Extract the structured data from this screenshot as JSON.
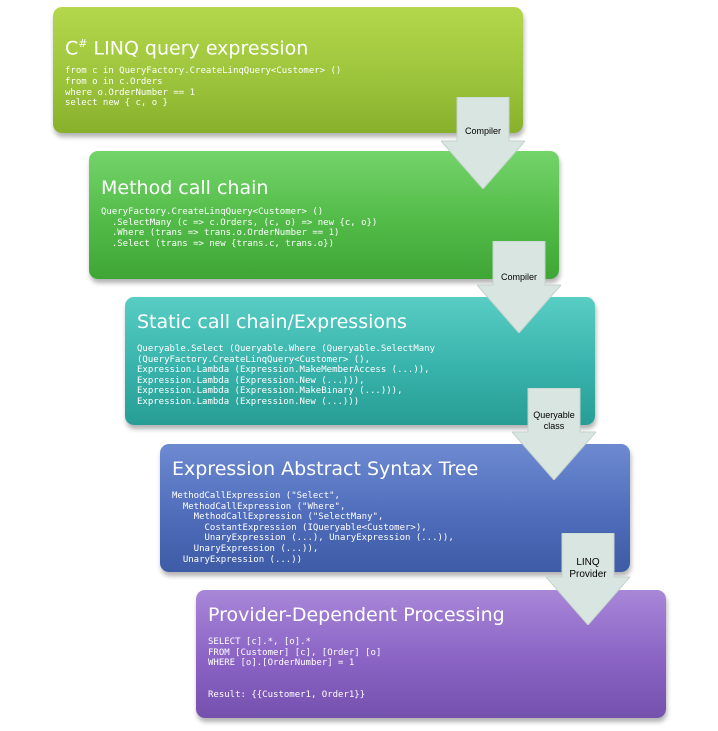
{
  "stages": [
    {
      "title": "C",
      "title_sup": "#",
      "title_rest": " LINQ query expression",
      "code": "from c in QueryFactory.CreateLinqQuery<Customer> ()\nfrom o in c.Orders\nwhere o.OrderNumber == 1\nselect new { c, o }"
    },
    {
      "title": "Method call chain",
      "code": "QueryFactory.CreateLinqQuery<Customer> ()\n  .SelectMany (c => c.Orders, (c, o) => new {c, o})\n  .Where (trans => trans.o.OrderNumber == 1)\n  .Select (trans => new {trans.c, trans.o})"
    },
    {
      "title": "Static call chain/Expressions",
      "code": "Queryable.Select (Queryable.Where (Queryable.SelectMany\n(QueryFactory.CreateLinqQuery<Customer> (),\nExpression.Lambda (Expression.MakeMemberAccess (...)),\nExpression.Lambda (Expression.New (...))),\nExpression.Lambda (Expression.MakeBinary (...))),\nExpression.Lambda (Expression.New (...)))"
    },
    {
      "title": "Expression Abstract Syntax Tree",
      "code": "MethodCallExpression (\"Select\",\n  MethodCallExpression (\"Where\",\n    MethodCallExpression (\"SelectMany\",\n      CostantExpression (IQueryable<Customer>),\n      UnaryExpression (...), UnaryExpression (...)),\n    UnaryExpression (...)),\n  UnaryExpression (...))"
    },
    {
      "title": "Provider-Dependent Processing",
      "code": "SELECT [c].*, [o].*\nFROM [Customer] [c], [Order] [o]\nWHERE [o].[OrderNumber] = 1\n\n\nResult: {{Customer1, Order1}}"
    }
  ],
  "arrows": [
    {
      "line1": "Compiler",
      "line2": ""
    },
    {
      "line1": "Compiler",
      "line2": ""
    },
    {
      "line1": "Queryable",
      "line2": "class"
    },
    {
      "line1": "LINQ",
      "line2": "Provider"
    }
  ],
  "colors": {
    "stage1": "#9dc53c",
    "stage2": "#52bb48",
    "stage3": "#38b3ab",
    "stage4": "#4f6dbb",
    "stage5": "#8a63c4",
    "arrow_fill": "#d9e5e0",
    "text": "#ffffff"
  }
}
